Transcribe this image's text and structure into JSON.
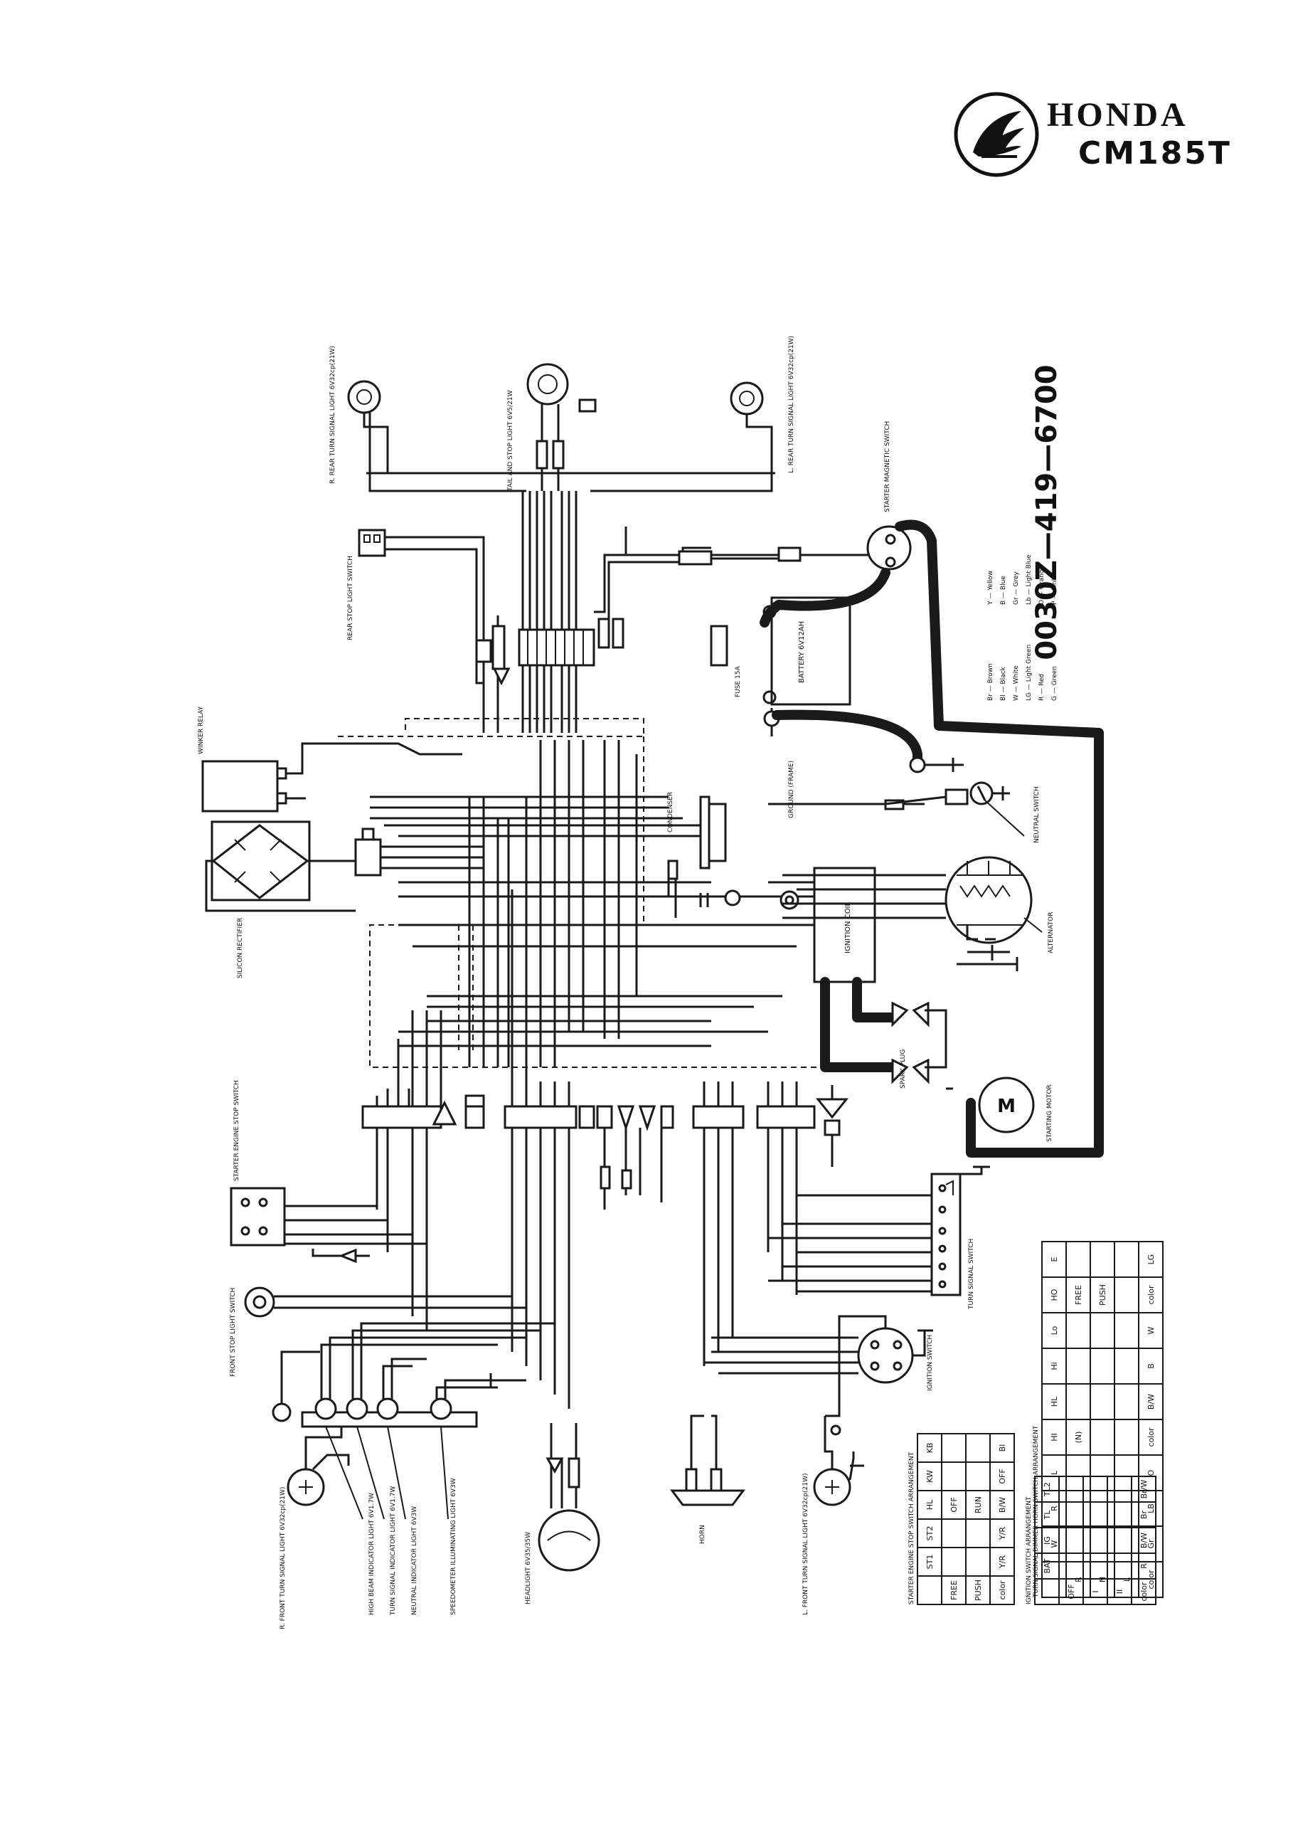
{
  "brand": {
    "name": "HONDA",
    "model": "CM185T"
  },
  "part_number": "0030Z—419—6700",
  "components": {
    "rear_r_turn": "R. REAR TURN SIGNAL LIGHT 6V32cp(21W)",
    "tail_stop": "TAIL AND STOP LIGHT 6V5/21W",
    "rear_l_turn": "L. REAR TURN SIGNAL LIGHT 6V32cp(21W)",
    "starter_magnetic": "STARTER MAGNETIC SWITCH",
    "rear_stop_switch": "REAR STOP LIGHT SWITCH",
    "battery": "BATTERY 6V12AH",
    "fuse": "FUSE 15A",
    "ground_frame": "GROUND (FRAME)",
    "winker_relay": "WINKER RELAY",
    "silicon_rectifier": "SILICON RECTIFIER",
    "condenser": "CONDENSER",
    "neutral_switch": "NEUTRAL SWITCH",
    "alternator": "ALTERNATOR",
    "ignition_coil": "IGNITION COIL",
    "spark_plug": "SPARK PLUG",
    "starting_motor": "STARTING MOTOR",
    "motor_letter": "M",
    "starter_engine_stop_switch": "STARTER ENGINE STOP SWITCH",
    "front_stop_switch": "FRONT STOP LIGHT SWITCH",
    "turn_signal_switch": "TURN SIGNAL SWITCH",
    "ignition_switch": "IGNITION SWITCH",
    "horn": "HORN",
    "headlight": "HEADLIGHT 6V35/35W",
    "r_front_turn": "R. FRONT TURN SIGNAL LIGHT 6V32cp(21W)",
    "l_front_turn": "L. FRONT TURN SIGNAL LIGHT 6V32cp(21W)",
    "high_beam": "HIGH BEAM INDICATOR LIGHT 6V1.7W",
    "turn_indicator": "TURN SIGNAL INDICATOR LIGHT 6V1.7W",
    "neutral_indicator": "NEUTRAL INDICATOR LIGHT 6V3W",
    "speedo_light": "SPEEDOMETER ILLUMINATING LIGHT 6V3W"
  },
  "color_legend": [
    {
      "code": "Br",
      "name": "Brown"
    },
    {
      "code": "Bl",
      "name": "Black"
    },
    {
      "code": "W",
      "name": "White"
    },
    {
      "code": "LG",
      "name": "Light Green"
    },
    {
      "code": "R",
      "name": "Red"
    },
    {
      "code": "G",
      "name": "Green"
    },
    {
      "code": "Y",
      "name": "Yellow"
    },
    {
      "code": "B",
      "name": "Blue"
    },
    {
      "code": "Gr",
      "name": "Grey"
    },
    {
      "code": "Lb",
      "name": "Light Blue"
    },
    {
      "code": "O",
      "name": "Orange"
    },
    {
      "code": "P",
      "name": "Pink"
    }
  ],
  "tables": {
    "starter_engine": {
      "title": "STARTER ENGINE STOP SWITCH ARRANGEMENT",
      "headers": [
        "",
        "ST1",
        "ST2",
        "HL",
        "KW",
        "KB"
      ],
      "rows": [
        [
          "FREE",
          "",
          "",
          "OFF",
          "",
          ""
        ],
        [
          "PUSH",
          "",
          "",
          "RUN",
          "",
          ""
        ],
        [
          "color",
          "Y/R",
          "Y/R",
          "B/W",
          "OFF",
          "Bl"
        ]
      ]
    },
    "ignition": {
      "title": "IGNITION SWITCH ARRANGEMENT",
      "headers": [
        "",
        "BAT",
        "IG",
        "TL",
        "TL2"
      ],
      "rows": [
        [
          "OFF",
          "",
          "",
          "",
          ""
        ],
        [
          "I",
          "",
          "",
          "",
          ""
        ],
        [
          "II",
          "",
          "",
          "",
          ""
        ],
        [
          "color",
          "R",
          "B/W",
          "Br",
          "Br/W"
        ]
      ]
    },
    "turn_dimmer_horn": {
      "title": "TURN SIGNAL DIMMER HORN SWITCH ARRANGEMENT",
      "headers": [
        "",
        "W",
        "R",
        "L",
        "HI",
        "HL",
        "Hi",
        "Lo",
        "HO",
        "E"
      ],
      "rows": [
        [
          "R",
          "",
          "",
          "",
          "(N)",
          "",
          "",
          "",
          "FREE",
          ""
        ],
        [
          "N",
          "",
          "",
          "",
          "",
          "",
          "",
          "",
          "PUSH",
          ""
        ],
        [
          "L",
          "",
          "",
          "",
          "",
          "",
          "",
          "",
          "",
          ""
        ],
        [
          "color",
          "Gr",
          "LB",
          "O",
          "color",
          "B/W",
          "B",
          "W",
          "color",
          "LG"
        ]
      ]
    }
  }
}
